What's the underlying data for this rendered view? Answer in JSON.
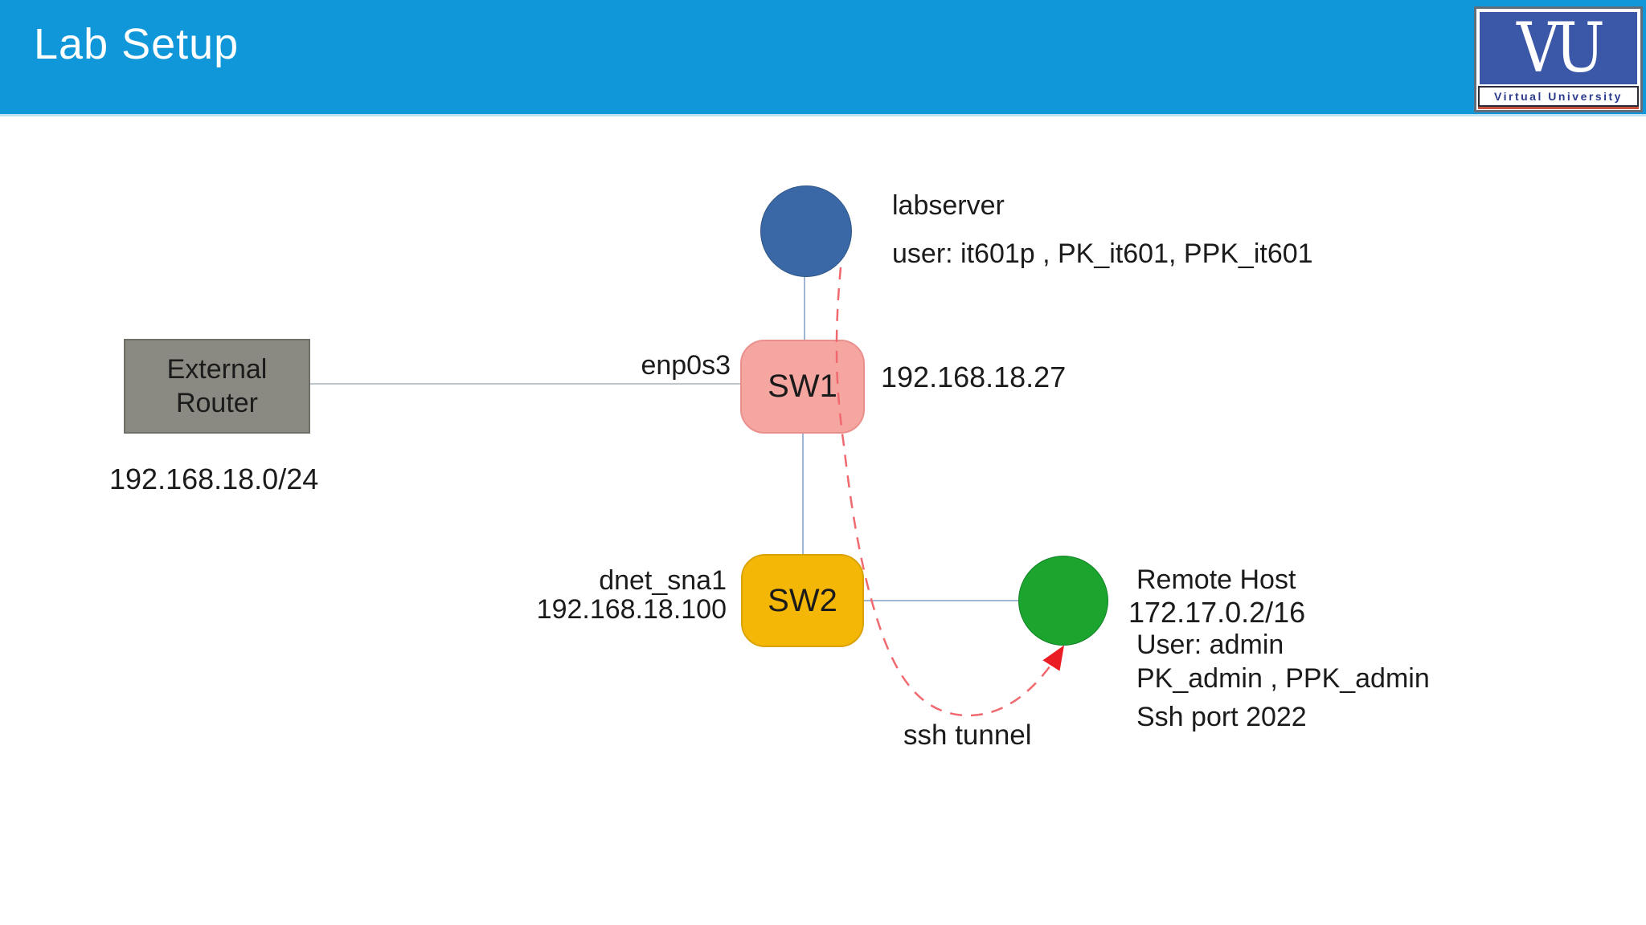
{
  "slide": {
    "title": "Lab Setup"
  },
  "logo": {
    "monogram": "VU",
    "caption": "Virtual University"
  },
  "nodes": {
    "labserver": {
      "name": "labserver",
      "user_info": "user: it601p , PK_it601, PPK_it601"
    },
    "sw1": {
      "label": "SW1",
      "iface": "enp0s3",
      "ip": "192.168.18.27"
    },
    "external_router": {
      "label": "External\nRouter",
      "network": "192.168.18.0/24"
    },
    "sw2": {
      "label": "SW2",
      "iface": "dnet_sna1",
      "ip": "192.168.18.100"
    },
    "remote_host": {
      "name": "Remote Host",
      "ip": "172.17.0.2/16",
      "user": "User: admin",
      "keys": "PK_admin , PPK_admin",
      "ssh_port": "Ssh port 2022"
    }
  },
  "edges": {
    "ssh_tunnel_label": "ssh tunnel"
  },
  "colors": {
    "banner-bg": "#1097d9",
    "banner-text": "#ffffff",
    "logo-panel": "#3b57a8",
    "logo-blue": "#2b3a8c",
    "labserver-fill": "#3a68a6",
    "remote-fill": "#1ba42e",
    "sw1-fill": "#f6a6a1",
    "sw1-border": "#e9908d",
    "sw2-fill": "#f5b705",
    "sw2-border": "#dba203",
    "router-fill": "#8a8a82",
    "router-border": "#6f6f68",
    "connector-blue": "#9fb6d2",
    "connector-gray": "#bcc5c9",
    "tunnel-red": "#f0696f",
    "arrow-red": "#ea1c24",
    "text": "#1b1b1b"
  }
}
